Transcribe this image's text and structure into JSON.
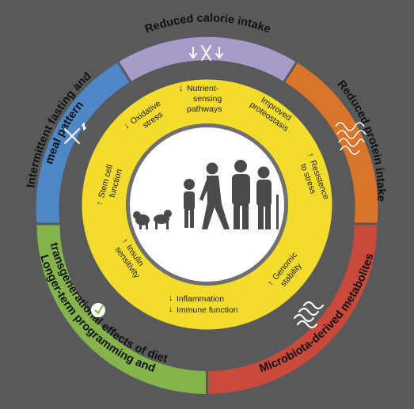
{
  "colors": {
    "background": "#58595b",
    "center": "#ffffff",
    "ring": "#f3dc2b",
    "silhouette": "#4a4a4a",
    "segments": {
      "calorie": "#a89ac9",
      "protein": "#d9742a",
      "microbiota": "#c94a3b",
      "programming": "#84b44b",
      "fasting": "#4e86c6"
    }
  },
  "segments": {
    "calorie": {
      "label": "Reduced calorie intake",
      "icon": "fork-knife-down-arrows-icon"
    },
    "protein": {
      "label": "Reduced protein intake",
      "icon": "protein-structure-icon"
    },
    "microbiota": {
      "label": "Microbiota-derived metabolites",
      "icon": "bacteria-icon"
    },
    "programming": {
      "line1": "Longer-term programming and",
      "line2": "transgenerational effects of diet",
      "icon": "clock-icon"
    },
    "fasting": {
      "line1": "Intermittent fasting and",
      "line2": "meal pattern",
      "icon": "crossed-fork-knife-icon"
    }
  },
  "effects": [
    {
      "lines": [
        "Nutrient-",
        "sensing",
        "pathways"
      ],
      "arrow": "down"
    },
    {
      "lines": [
        "Improved",
        "proteostasis"
      ],
      "arrow": "none"
    },
    {
      "lines": [
        "Resistence",
        "to stress"
      ],
      "arrow": "up"
    },
    {
      "lines": [
        "Genomic",
        "stability"
      ],
      "arrow": "up"
    },
    {
      "lines": [
        "Inflammation",
        "Immune function"
      ],
      "arrow": "down"
    },
    {
      "lines": [
        "Insulin",
        "sensitivity"
      ],
      "arrow": "up"
    },
    {
      "lines": [
        "Stem cell",
        "function"
      ],
      "arrow": "up"
    },
    {
      "lines": [
        "Oxidative",
        "stress"
      ],
      "arrow": "down"
    }
  ],
  "center_icon": "human-life-stages-silhouette-icon"
}
